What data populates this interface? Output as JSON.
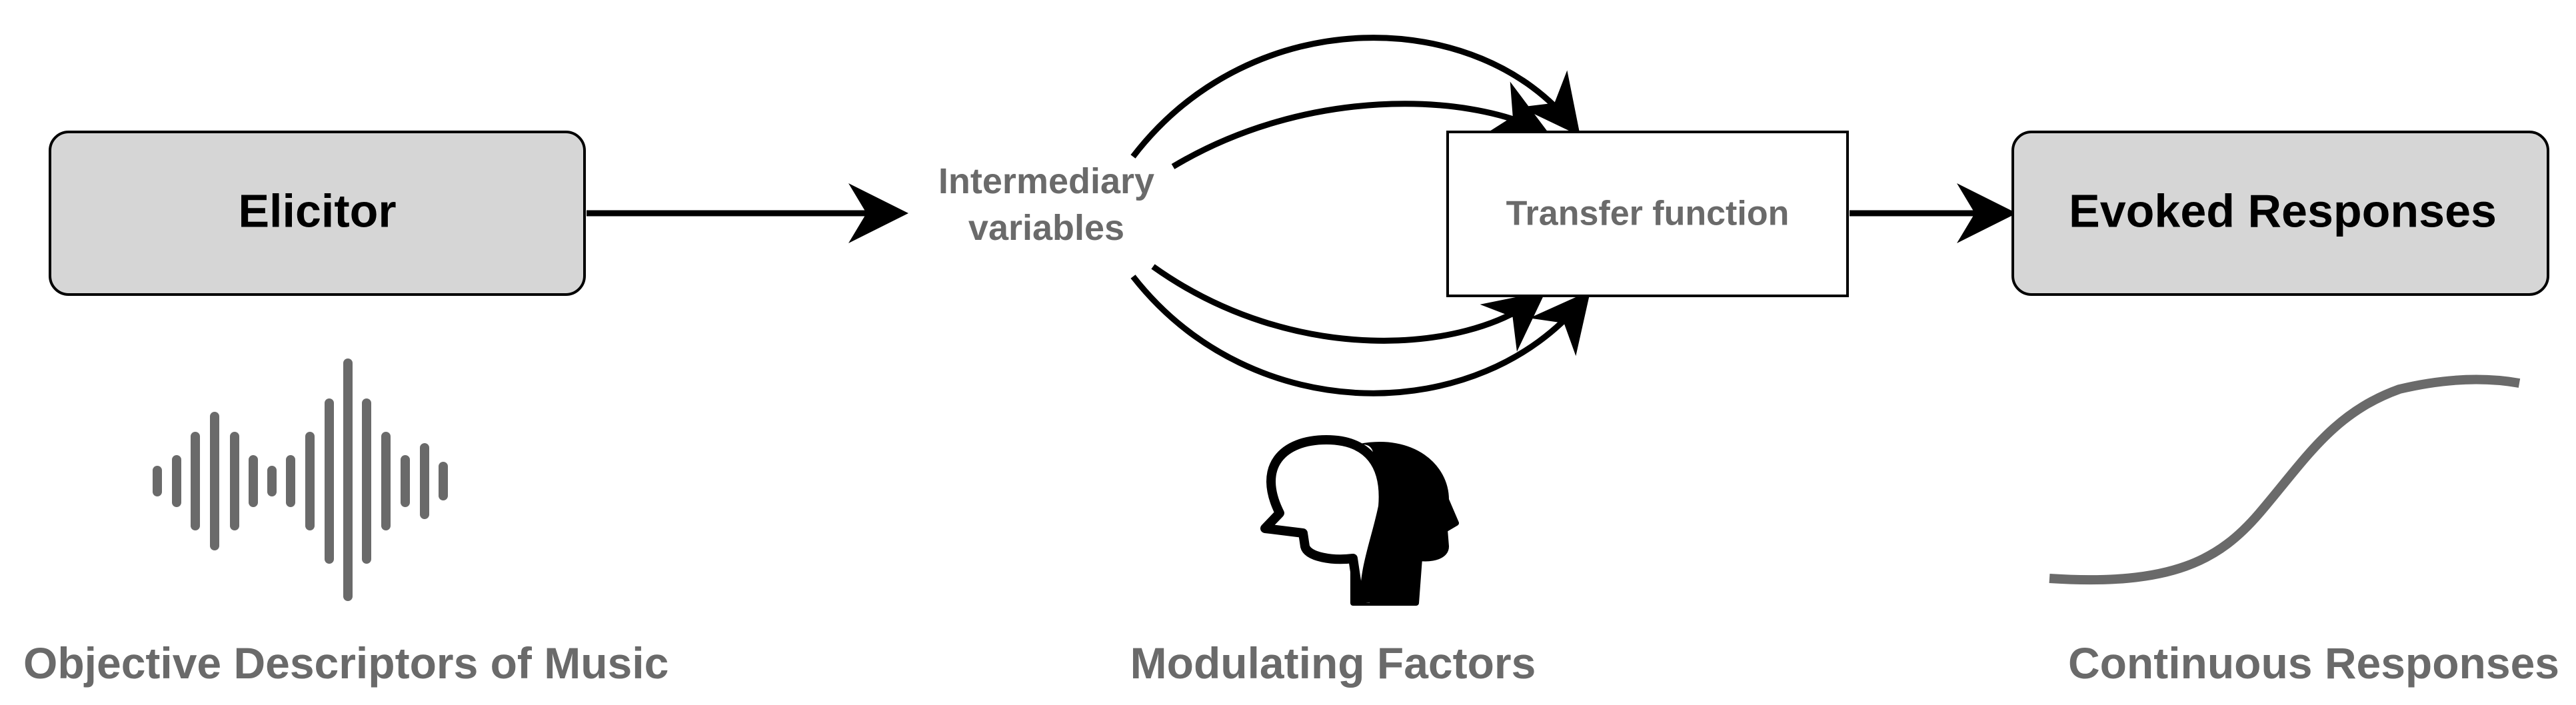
{
  "nodes": {
    "elicitor": {
      "label": "Elicitor"
    },
    "intermediary": {
      "line1": "Intermediary",
      "line2": "variables"
    },
    "transfer": {
      "label": "Transfer function"
    },
    "evoked": {
      "label": "Evoked Responses"
    }
  },
  "captions": {
    "objective": "Objective Descriptors of Music",
    "modulating": "Modulating Factors",
    "continuous": "Continuous Responses"
  },
  "icons": {
    "waveform": "sound-waveform-icon",
    "heads": "two-heads-icon",
    "curve": "sigmoid-curve-icon"
  },
  "colors": {
    "box_fill": "#d6d6d6",
    "stroke": "#000000",
    "grey_text": "#6a6a6a",
    "icon_grey": "#6a6a6a"
  }
}
